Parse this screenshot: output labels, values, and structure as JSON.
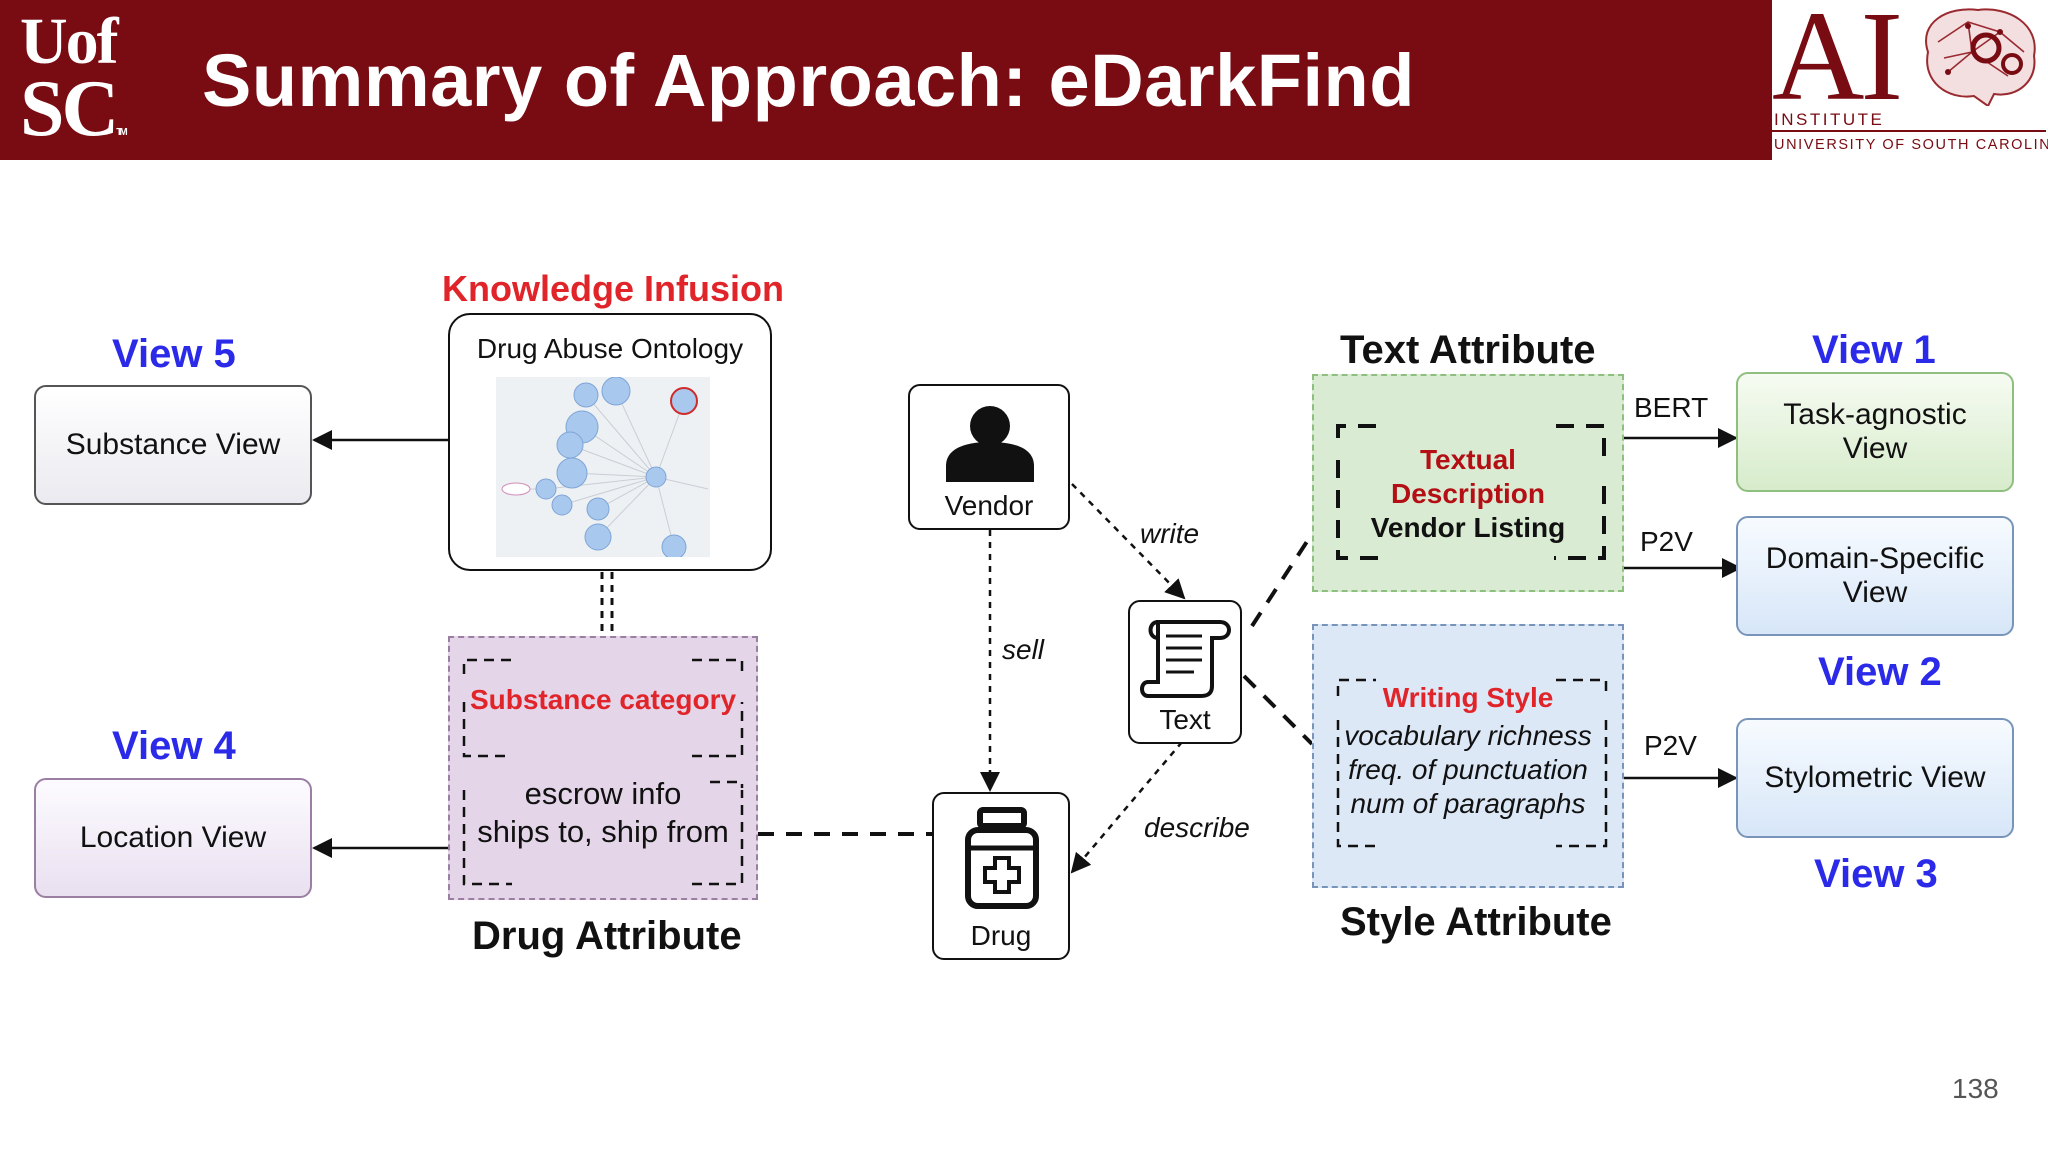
{
  "header": {
    "logo_left_line1": "Uof",
    "logo_left_line2": "SC",
    "logo_left_tm": "TM",
    "title": "Summary of Approach: eDarkFind",
    "logo_right_ai": "AI",
    "logo_right_institute": "INSTITUTE",
    "logo_right_university": "UNIVERSITY OF SOUTH CAROLINA"
  },
  "diagram": {
    "knowledge_infusion": "Knowledge Infusion",
    "ontology_title": "Drug Abuse Ontology",
    "view5_label": "View 5",
    "substance_view": "Substance View",
    "view4_label": "View 4",
    "location_view": "Location View",
    "substance_category": "Substance category",
    "escrow_line1": "escrow info",
    "escrow_line2": "ships to, ship from",
    "drug_attribute": "Drug Attribute",
    "vendor": "Vendor",
    "drug": "Drug",
    "text": "Text",
    "edge_write": "write",
    "edge_sell": "sell",
    "edge_describe": "describe",
    "text_attribute": "Text Attribute",
    "textual_line1": "Textual",
    "textual_line2": "Description",
    "vendor_listing": "Vendor Listing",
    "writing_style": "Writing Style",
    "style_line1": "vocabulary richness",
    "style_line2": "freq. of punctuation",
    "style_line3": "num of paragraphs",
    "style_attribute": "Style Attribute",
    "edge_bert": "BERT",
    "edge_p2v_1": "P2V",
    "edge_p2v_2": "P2V",
    "view1_label": "View 1",
    "task_agnostic_line1": "Task-agnostic",
    "task_agnostic_line2": "View",
    "domain_specific_line1": "Domain-Specific",
    "domain_specific_line2": "View",
    "view2_label": "View 2",
    "stylometric_view": "Stylometric View",
    "view3_label": "View 3"
  },
  "colors": {
    "header_bg": "#790b12",
    "view_label": "#2a2ae8",
    "highlight_red": "#e0242a",
    "dark_red": "#b40f14",
    "drug_attr_fill": "#e4d6e8",
    "text_attr_fill": "#d9ecd3",
    "style_attr_fill": "#dde8f7"
  },
  "page_number": "138"
}
